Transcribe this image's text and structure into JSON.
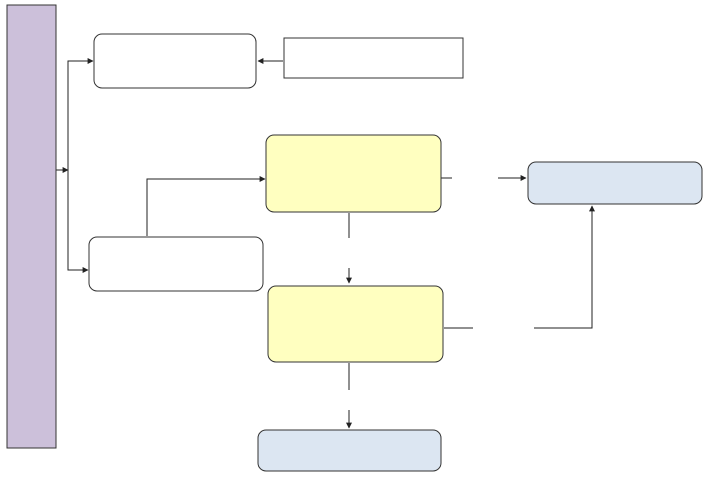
{
  "diagram": {
    "colors": {
      "sidebar_fill": "#ccc0da",
      "white_fill": "#ffffff",
      "yellow_fill": "#ffffc0",
      "blue_fill": "#dce6f2",
      "stroke": "#333333",
      "connector": "#222222"
    },
    "nodes": {
      "sidebar_bar": "",
      "top_box": "",
      "top_input_box": "",
      "middle_left_box": "",
      "yellow_box_top": "",
      "yellow_box_bottom": "",
      "blue_box_right": "",
      "blue_box_bottom": ""
    },
    "edges": [
      {
        "from": "sidebar_bar",
        "to": "top_box"
      },
      {
        "from": "sidebar_bar",
        "to": "middle_left_box"
      },
      {
        "from": "top_input_box",
        "to": "top_box"
      },
      {
        "from": "middle_left_box",
        "to": "yellow_box_top"
      },
      {
        "from": "yellow_box_top",
        "to": "blue_box_right"
      },
      {
        "from": "yellow_box_top",
        "to": "yellow_box_bottom"
      },
      {
        "from": "yellow_box_bottom",
        "to": "blue_box_right"
      },
      {
        "from": "yellow_box_bottom",
        "to": "blue_box_bottom"
      }
    ]
  }
}
